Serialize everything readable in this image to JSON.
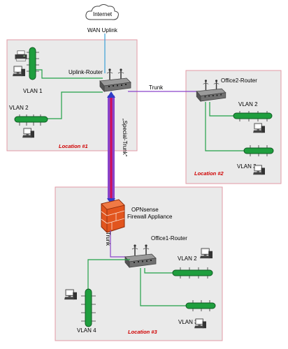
{
  "internet": {
    "label": "Internet",
    "uplink_label": "WAN Uplink"
  },
  "location1": {
    "title": "Location #1",
    "router": "Uplink-Router",
    "vlan1": "VLAN 1",
    "vlan2": "VLAN 2"
  },
  "location2": {
    "title": "Location #2",
    "router": "Office2-Router",
    "vlan2": "VLAN 2",
    "vlan3": "VLAN 3"
  },
  "location3": {
    "title": "Location #3",
    "router": "Office1-Router",
    "firewall_line1": "OPNsense",
    "firewall_line2": "Firewall Appliance",
    "vlan2": "VLAN 2",
    "vlan3": "VLAN 3",
    "vlan4": "VLAN 4"
  },
  "links": {
    "trunk_right": "Trunk",
    "special_trunk": "„Special-Trunk“",
    "trunk_fw": "Trunk"
  },
  "colors": {
    "box_fill": "#eaeaea",
    "box_border": "#e39aa6",
    "wan": "#3a9fd6",
    "trunk": "#8a43c9",
    "lan": "#22a048",
    "switch": "#1f9e3e",
    "firewall": "#e2551e",
    "location_text": "#d00000"
  }
}
